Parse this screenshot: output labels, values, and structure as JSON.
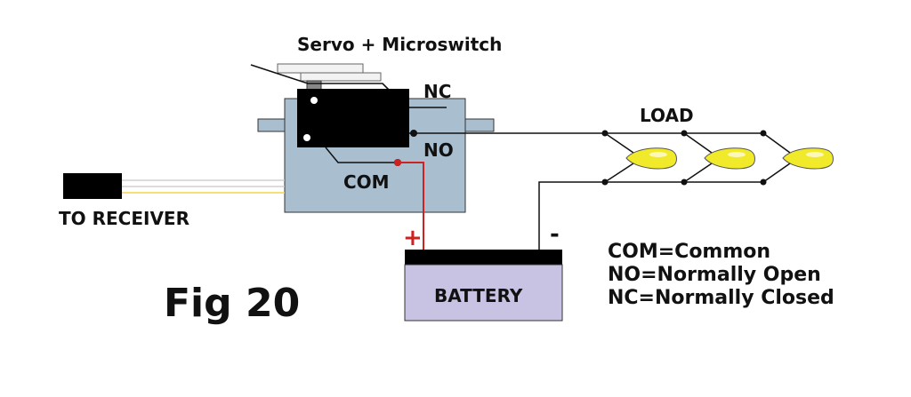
{
  "title": "Servo + Microswitch",
  "figure_label": "Fig 20",
  "labels": {
    "nc": "NC",
    "no": "NO",
    "com": "COM",
    "load": "LOAD",
    "receiver": "TO RECEIVER",
    "battery": "BATTERY",
    "plus": "+",
    "minus": "-"
  },
  "legend": [
    "COM=Common",
    "NO=Normally Open",
    "NC=Normally Closed"
  ],
  "colors": {
    "servo_body": "#a9bfd0",
    "battery_body": "#c9c3e3",
    "positive_wire": "#cc2222",
    "bulb": "#f1ea2a",
    "signal_wire": "#f5d34a"
  }
}
